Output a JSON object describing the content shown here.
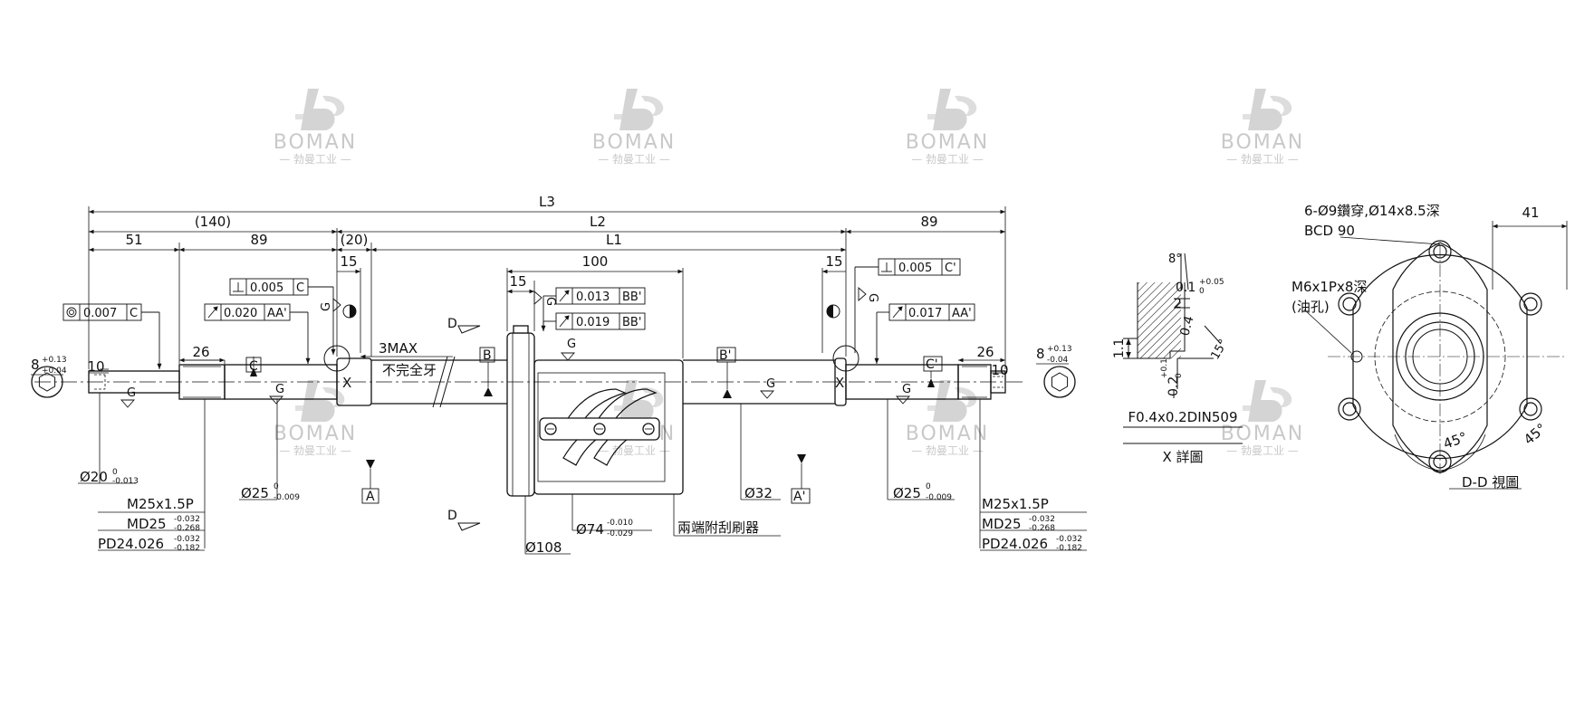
{
  "watermark": {
    "brand": "BOMAN",
    "subtitle": "— 勃曼工业 —",
    "color": "#c9c9c9"
  },
  "main_view": {
    "overall_length": "L3",
    "thread_length": "L2",
    "nut_travel": "L1",
    "left_end_length": "(140)",
    "right_end_length": "89",
    "seg_51": "51",
    "seg_89": "89",
    "seg_20": "(20)",
    "seg_15_left": "15",
    "seg_15_right": "15",
    "nut_length": "100",
    "flange_15": "15",
    "seg_26_left": "26",
    "seg_26_right": "26",
    "seg_10_left": "10",
    "seg_10_right": "10",
    "hex_size_left": "8",
    "hex_tol_left_upper": "+0.13",
    "hex_tol_left_lower": "+0.04",
    "hex_size_right": "8",
    "hex_tol_right_upper": "+0.13",
    "hex_tol_right_lower": "-0.04",
    "incomplete_thread": "3MAX",
    "incomplete_thread_note": "不完全牙",
    "section_x_left": "X",
    "section_x_right": "X",
    "section_d_top": "D",
    "section_d_bottom": "D",
    "grind_mark": "G",
    "datum_A": "A",
    "datum_A_prime": "A'",
    "datum_B": "B",
    "datum_B_prime": "B'",
    "datum_C": "C",
    "datum_C_prime": "C'",
    "tol_perp_C": "0.005",
    "tol_perp_C_datum": "C",
    "tol_perp_Cp": "0.005",
    "tol_perp_Cp_datum": "C'",
    "tol_conc": "0.007",
    "tol_conc_datum": "C",
    "tol_runout_left": "0.020",
    "tol_runout_left_datum": "AA'",
    "tol_runout_right": "0.017",
    "tol_runout_right_datum": "AA'",
    "tol_nut_1": "0.013",
    "tol_nut_1_datum": "BB'",
    "tol_nut_2": "0.019",
    "tol_nut_2_datum": "BB'",
    "dia_20": "Ø20",
    "dia_20_upper": "0",
    "dia_20_lower": "-0.013",
    "dia_25_left": "Ø25",
    "dia_25_left_upper": "0",
    "dia_25_left_lower": "-0.009",
    "dia_25_right": "Ø25",
    "dia_25_right_upper": "0",
    "dia_25_right_lower": "-0.009",
    "dia_32": "Ø32",
    "dia_74": "Ø74",
    "dia_74_upper": "-0.010",
    "dia_74_lower": "-0.029",
    "dia_108": "Ø108",
    "wiper_note": "兩端附刮刷器",
    "thread_left": {
      "m": "M25x1.5P",
      "md": "MD25",
      "md_upper": "-0.032",
      "md_lower": "-0.268",
      "pd": "PD24.026",
      "pd_upper": "-0.032",
      "pd_lower": "-0.182"
    },
    "thread_right": {
      "m": "M25x1.5P",
      "md": "MD25",
      "md_upper": "-0.032",
      "md_lower": "-0.268",
      "pd": "PD24.026",
      "pd_upper": "-0.032",
      "pd_lower": "-0.182"
    }
  },
  "detail_x": {
    "angle_top": "8°",
    "depth": "0.1",
    "depth_upper": "+0.05",
    "depth_lower": "0",
    "width_2": "2",
    "radius_04": "0.4",
    "height_11": "1.1",
    "angle_15": "15°",
    "bottom_dim": "0.2",
    "bottom_upper": "+0.1",
    "bottom_lower": "0",
    "relief_note": "F0.4x0.2DIN509",
    "title": "X 詳圖"
  },
  "view_dd": {
    "holes_note": "6-Ø9鑽穿,Ø14x8.5深",
    "bcd": "BCD 90",
    "oil_hole": "M6x1Px8深",
    "oil_hole_note": "(油孔)",
    "flat_width": "41",
    "angle_left": "45°",
    "angle_right": "45°",
    "title": "D-D 視圖"
  }
}
